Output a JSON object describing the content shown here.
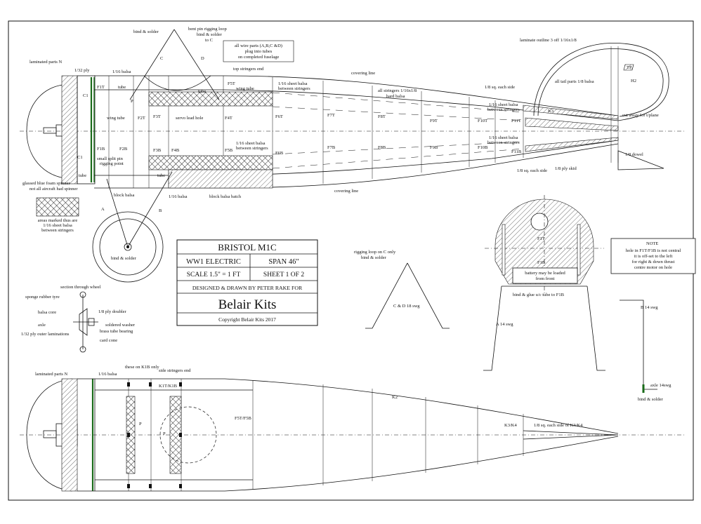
{
  "title_block": {
    "model": "BRISTOL M1C",
    "type": "WW1 ELECTRIC",
    "span": "SPAN 46\"",
    "scale": "SCALE 1.5\" = 1 FT",
    "sheet": "SHEET 1 OF 2",
    "designer": "DESIGNED & DRAWN BY PETER RAKE FOR",
    "brand": "Belair Kits",
    "copyright": "Copyright Belair Kits 2017"
  },
  "side_view": {
    "bind_solder_top": "bind & solder",
    "bent_pin": "bent pin rigging loop",
    "bent_pin_2": "bind & solder",
    "bent_pin_3": "to C",
    "letter_c": "C",
    "letter_d": "D",
    "wire_note_1": "all wire parts (A,B,C &D)",
    "wire_note_2": "plug into tubes",
    "wire_note_3": "on completed fuselage",
    "laminated": "laminated parts N",
    "ply_1_32": "1/32 ply",
    "balsa_1_16": "1/16 balsa",
    "top_stringers": "top stringers end",
    "sheet_balsa_top_1": "1/16 sheet balsa",
    "sheet_balsa_top_2": "between stringers",
    "covering_top": "covering line",
    "stringers_1": "all stringers 1/16x1/8",
    "stringers_2": "hard balsa",
    "sq_each_side_top": "1/8 sq. each side",
    "tail_parts": "all tail parts 1/8 balsa",
    "laminate_outline": "laminate outline 3 off 1/16x1/8",
    "h2": "H2",
    "tp": "TP",
    "c1": "C1",
    "f1t": "F1T",
    "f1b": "F1B",
    "f2t": "F2T",
    "f2b": "F2B",
    "f3t": "F3T",
    "f3b": "F3B",
    "f4b": "F4B",
    "f4t": "F4T",
    "f5t": "F5T",
    "f5b": "F5B",
    "f6t": "F6T",
    "f6b": "F6B",
    "f7t": "F7T",
    "f7b": "F7B",
    "f8t": "F8T",
    "f8b": "F8B",
    "f9t": "F9T",
    "f9b": "F9B",
    "f10t": "F10T",
    "f10b": "F10B",
    "f11t": "F11T",
    "f11b": "F11B",
    "k3": "K3",
    "tube_top": "tube",
    "tube_mid": "tube",
    "tube_low": "tube",
    "tube_low2": "tube",
    "p_label": "P",
    "wing_tube": "wing tube",
    "wing_tube_2": "wing tube",
    "servo_lead": "servo lead hole",
    "split_pin_1": "small split pin",
    "split_pin_2": "rigging point",
    "sheet_balsa_mid_1": "1/16 sheet balsa",
    "sheet_balsa_mid_2": "between stringers",
    "sheet_balsa_tail_1": "1/16 sheet balsa",
    "sheet_balsa_tail_2": "between stringers",
    "sheet_balsa_tailb_1": "1/16 sheet balsa",
    "sheet_balsa_tailb_2": "between stringers",
    "cut_away": "cut away for t/plane",
    "dowel": "1/8 dowel",
    "ply_skid": "1/8 ply skid",
    "sq_each_side_low": "1/8 sq. each side",
    "covering_low": "covering line",
    "block_balsa": "block balsa",
    "balsa_1_16_low": "1/16 balsa",
    "block_balsa_batch": "block balsa batch",
    "spinner_1": "glassed blue foam spinner",
    "spinner_2": "not all aircraft had spinner",
    "letter_a": "A",
    "letter_b": "B",
    "bind_solder_wheel": "bind & solder"
  },
  "legend": {
    "line1": "areas marked thus are",
    "line2": "1/16 sheet balsa",
    "line3": "between stringers"
  },
  "wheel_section": {
    "title": "section through wheel",
    "tyre": "sponge rubber tyre",
    "core": "balsa core",
    "axle": "axle",
    "laminations": "1/32 ply outer laminations",
    "doubler": "1/8 ply doubler",
    "washer": "soldered washer",
    "bearing": "brass tube bearing",
    "cone": "card cone"
  },
  "rigging": {
    "line1": "rigging loop on C only",
    "line2": "bind & solder",
    "wire": "C & D 18 swg"
  },
  "front_view": {
    "f1t": "F1T",
    "f1b": "F1B",
    "battery_1": "battery may be loaded",
    "battery_2": "from front",
    "glue_note": "bind & glue u/c tube to F1B",
    "a_wire": "A 14 swg",
    "note_title": "NOTE",
    "note_1": "hole in F1T/F1B is not central",
    "note_2": "it is off-set to the left",
    "note_3": "for right & down thrust",
    "note_4": "centre motor on hole"
  },
  "b_wire": {
    "label": "B 14 swg",
    "axle": "axle 14swg",
    "bind": "bind & solder"
  },
  "top_view": {
    "laminated": "laminated parts N",
    "balsa": "1/16 balsa",
    "k1b_only": "these on K1B only",
    "side_stringers": "side stringers end",
    "k1": "K1T/K1B",
    "k2": "K2",
    "k3k4": "K3/K4",
    "f5": "F5T/F5B",
    "sq_each": "1/8 sq. each side of K3/K4",
    "p1": "P",
    "p2": "P"
  }
}
